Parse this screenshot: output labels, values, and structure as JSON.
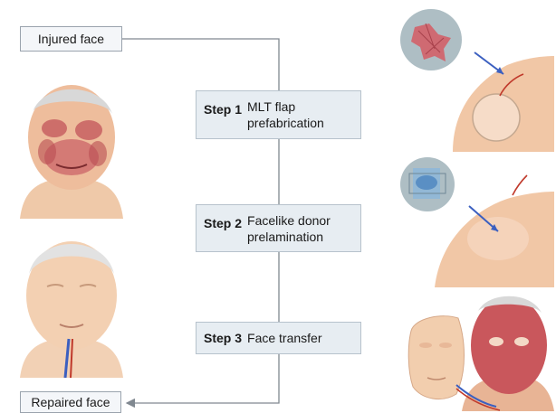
{
  "labels": {
    "injured": "Injured face",
    "repaired": "Repaired face"
  },
  "steps": [
    {
      "number": "Step 1",
      "text": "MLT flap prefabrication"
    },
    {
      "number": "Step 2",
      "text": "Facelike donor prelamination"
    },
    {
      "number": "Step 3",
      "text": "Face transfer"
    }
  ],
  "icons": {
    "injured_face": "injured-face-illustration",
    "repaired_face": "repaired-face-illustration",
    "flap": "shoulder-flap-prefabrication-illustration",
    "donor": "facelike-donor-prelamination-illustration",
    "transfer": "face-transfer-illustration"
  },
  "colors": {
    "line": "#808890",
    "step_fill": "#e7edf2",
    "label_fill": "#f4f6f9",
    "skin": "#f0c7a4",
    "wound": "#c9575c",
    "arrow": "#3b5fc0",
    "vessel": "#c0392b"
  }
}
